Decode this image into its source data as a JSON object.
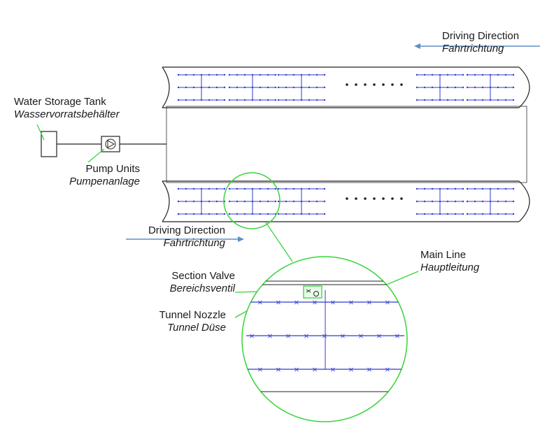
{
  "labels": {
    "driving_direction_top": {
      "en": "Driving Direction",
      "de": "Fahrtrichtung"
    },
    "water_storage_tank": {
      "en": "Water Storage Tank",
      "de": "Wasservorratsbehälter"
    },
    "pump_units": {
      "en": "Pump Units",
      "de": "Pumpenanlage"
    },
    "driving_direction_bottom": {
      "en": "Driving Direction",
      "de": "Fahrtrichtung"
    },
    "main_line": {
      "en": "Main Line",
      "de": "Hauptleitung"
    },
    "section_valve": {
      "en": "Section Valve",
      "de": "Bereichsventil"
    },
    "tunnel_nozzle": {
      "en": "Tunnel Nozzle",
      "de": "Tunnel Düse"
    }
  },
  "colors": {
    "pipe": "#2f3bd0",
    "highlight": "#39d23a",
    "arrow": "#5b8fc9",
    "outline": "#222222"
  }
}
